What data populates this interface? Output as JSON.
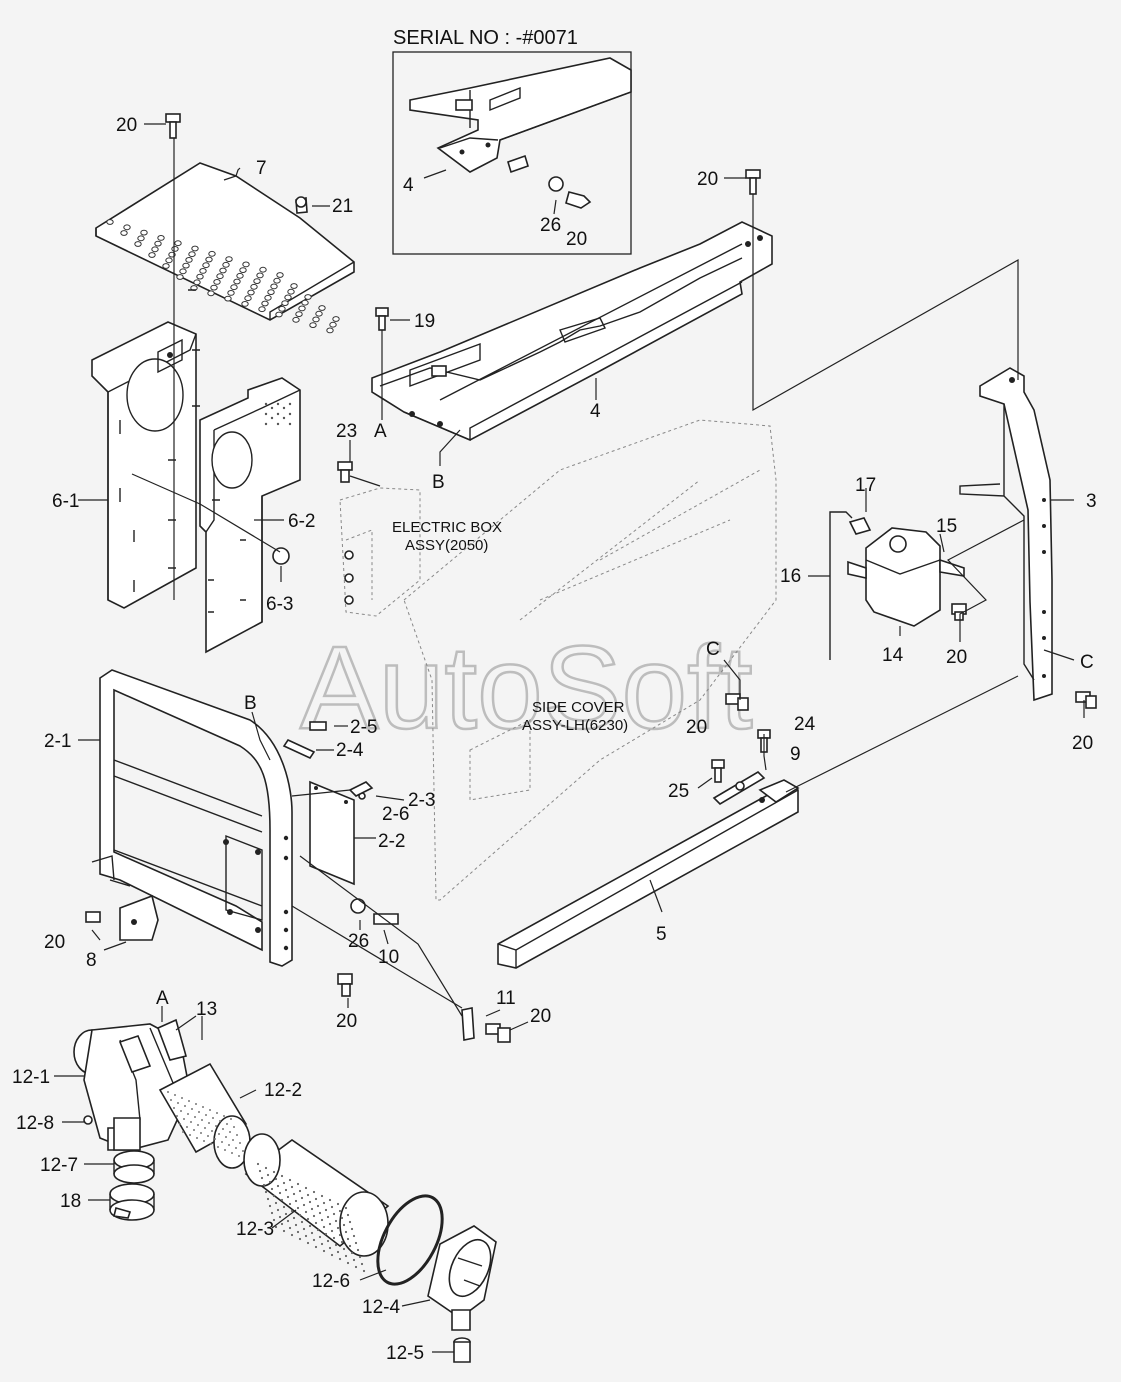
{
  "serial_note": "SERIAL NO : -#0071",
  "watermark": "AutoSoft",
  "callouts": {
    "c_20a": "20",
    "c_7": "7",
    "c_21": "21",
    "c_19": "19",
    "c_4inset": "4",
    "c_26inset": "26",
    "c_20inset": "20",
    "c_20b": "20",
    "c_4": "4",
    "c_A1": "A",
    "c_B1": "B",
    "c_23": "23",
    "c_61": "6-1",
    "c_62": "6-2",
    "c_63": "6-3",
    "c_17": "17",
    "c_15": "15",
    "c_3": "3",
    "c_16": "16",
    "c_14": "14",
    "c_20c": "20",
    "c_C1": "C",
    "c_C2": "C",
    "c_20d": "20",
    "c_20e": "20",
    "c_24": "24",
    "c_9": "9",
    "c_25": "25",
    "c_B2": "B",
    "c_21a": "2-1",
    "c_25b": "2-5",
    "c_24b": "2-4",
    "c_23b": "2-3",
    "c_26b": "2-6",
    "c_22": "2-2",
    "c_20f": "20",
    "c_8": "8",
    "c_26": "26",
    "c_10": "10",
    "c_5": "5",
    "c_20g": "20",
    "c_11": "11",
    "c_20h": "20",
    "c_A2": "A",
    "c_13": "13",
    "c_121": "12-1",
    "c_122": "12-2",
    "c_128": "12-8",
    "c_127": "12-7",
    "c_18": "18",
    "c_123": "12-3",
    "c_126": "12-6",
    "c_124": "12-4",
    "c_125": "12-5"
  },
  "notes": {
    "electric_box_1": "ELECTRIC BOX",
    "electric_box_2": "ASSY(2050)",
    "side_cover_1": "SIDE COVER",
    "side_cover_2": "ASSY-LH(6230)"
  }
}
